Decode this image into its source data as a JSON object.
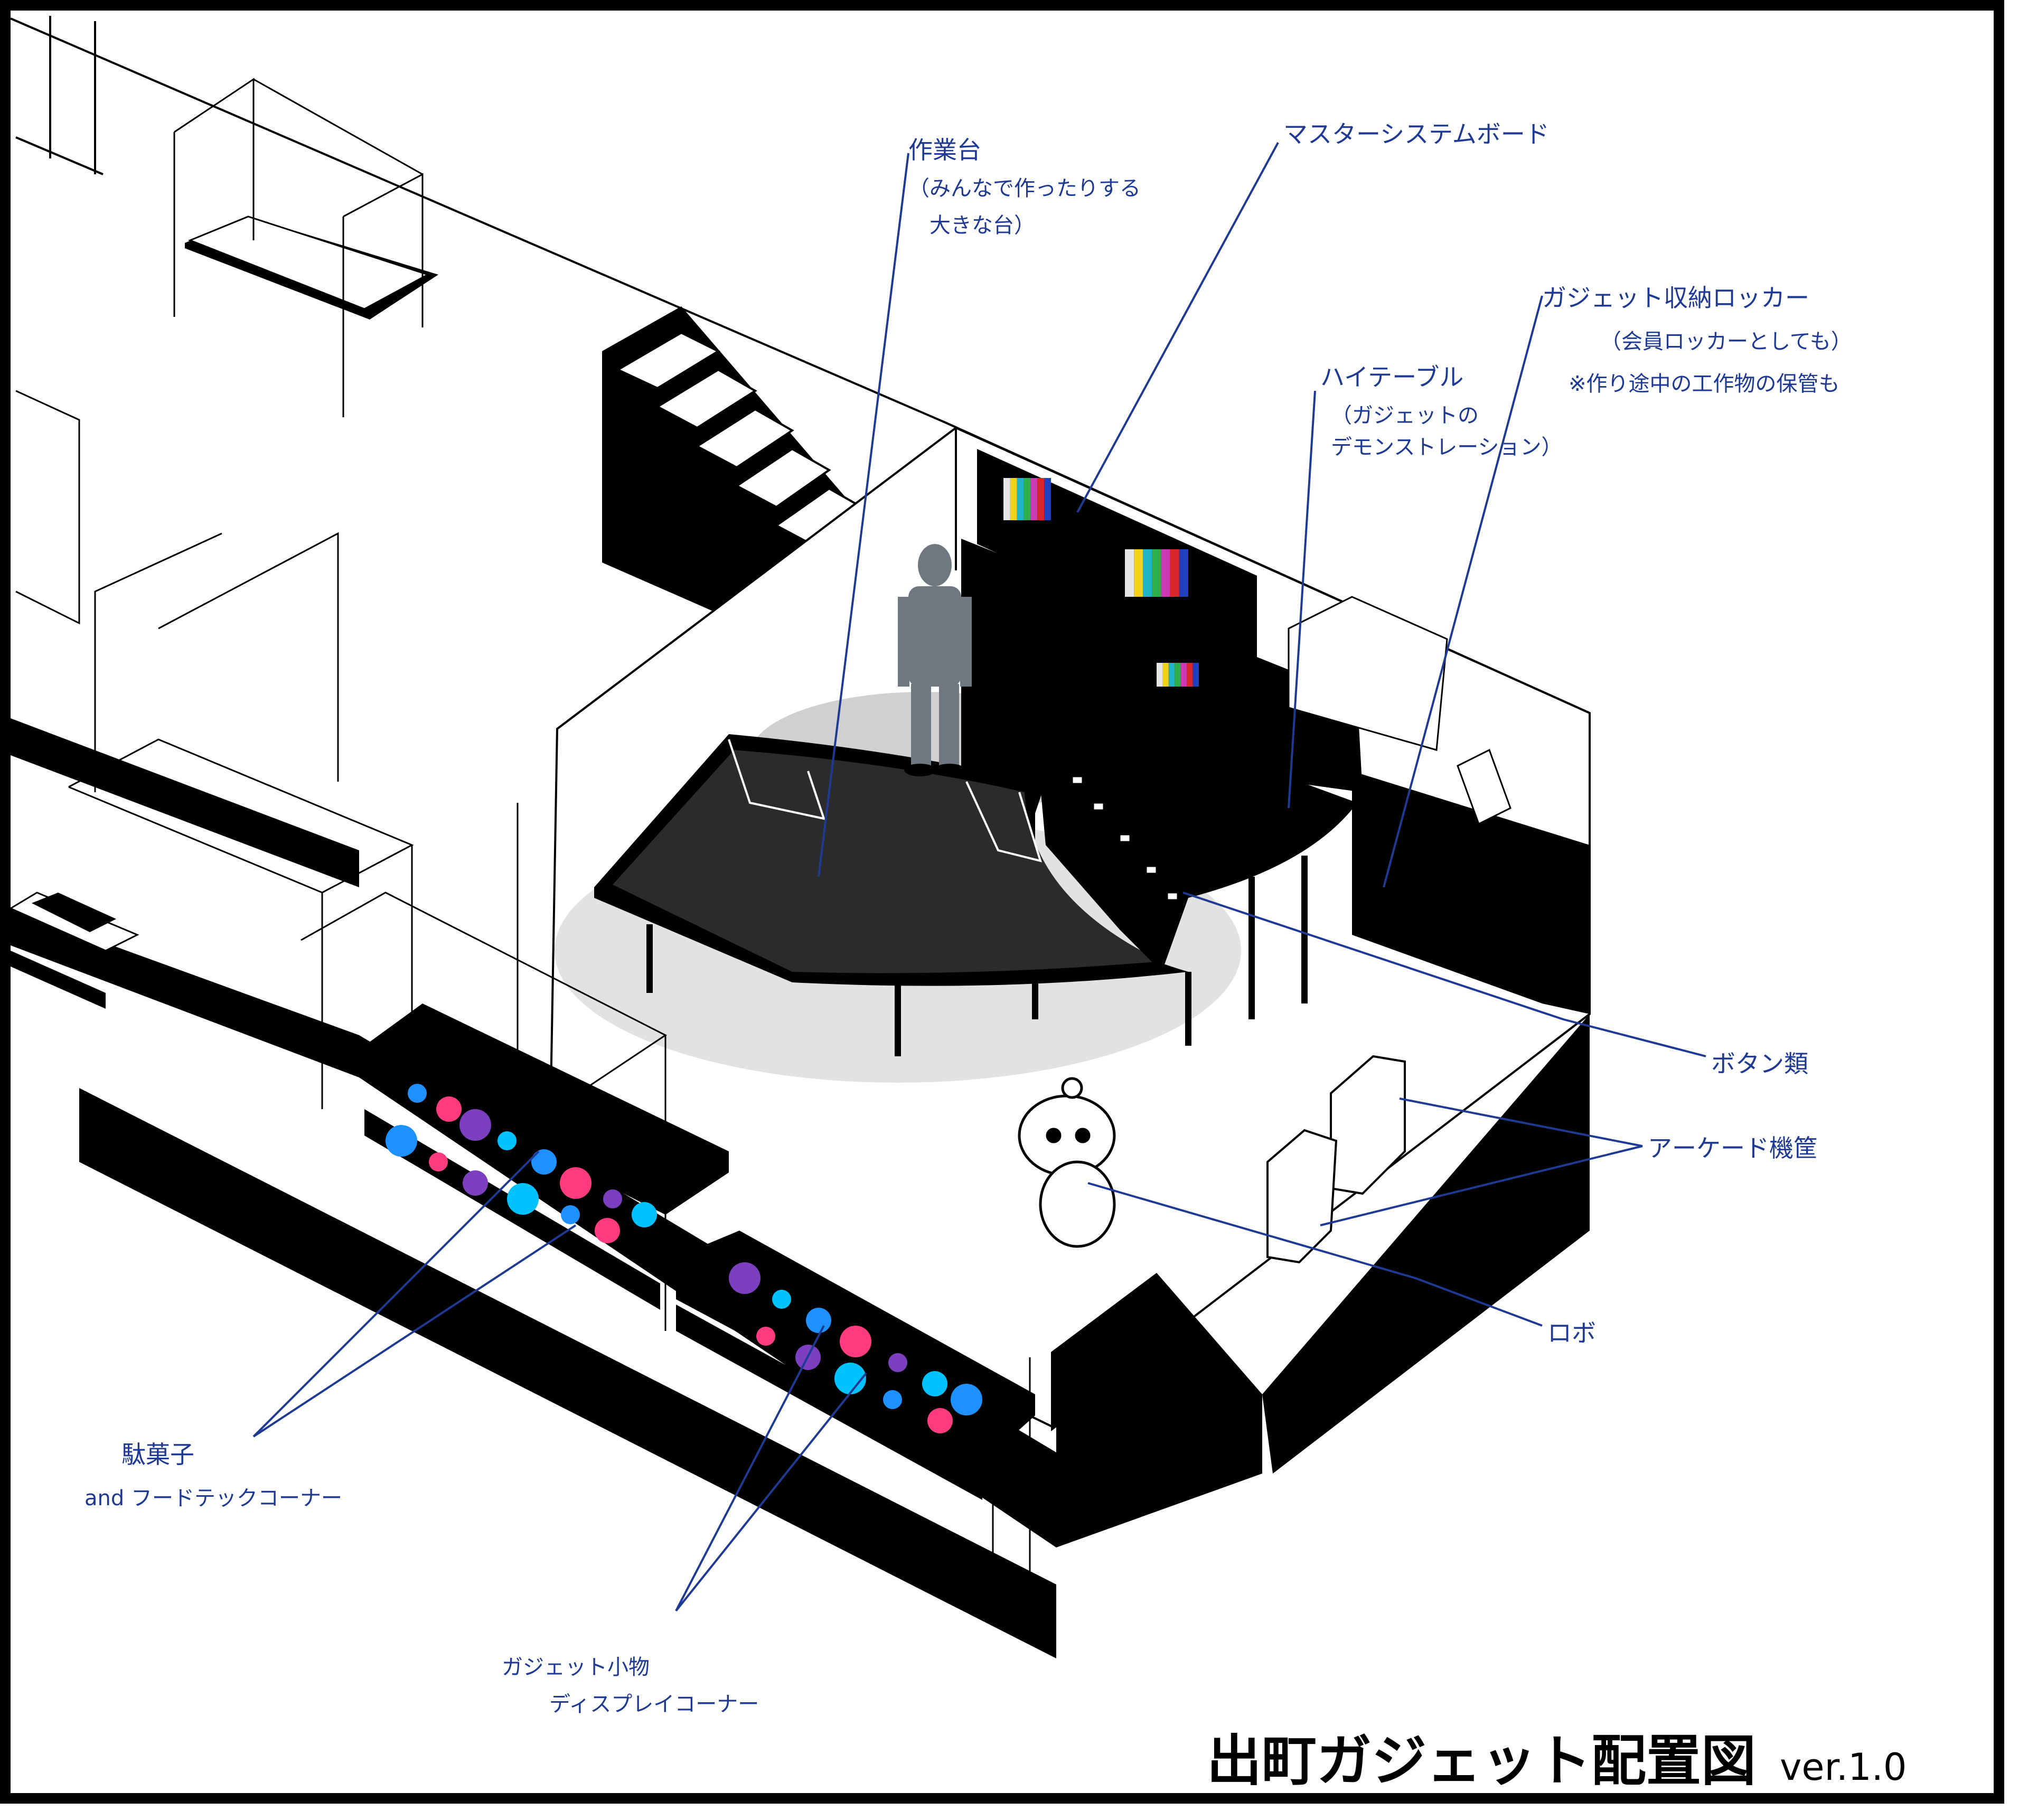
{
  "title": {
    "main": "出町ガジェット配置図",
    "version": "ver.1.0"
  },
  "annotations": {
    "workbench": {
      "line1": "作業台",
      "line2": "（みんなで作ったりする",
      "line3": "大きな台）"
    },
    "master_system_board": "マスターシステムボード",
    "gadget_locker": {
      "line1": "ガジェット収納ロッカー",
      "line2": "（会員ロッカーとしても）",
      "line3": "※作り途中の工作物の保管も"
    },
    "high_table": {
      "line1": "ハイテーブル",
      "line2": "（ガジェットの",
      "line3": "デモンストレーション）"
    },
    "buttons": "ボタン類",
    "arcade_machines": "アーケード機筐",
    "robot": "ロボ",
    "snack_corner": {
      "line1": "駄菓子",
      "line2": "and フードテックコーナー"
    },
    "gadget_display_corner": {
      "line1": "ガジェット小物",
      "line2": "ディスプレイコーナー"
    }
  },
  "colors": {
    "annotation": "#1f3a93",
    "frame": "#000000",
    "person": "#6f7780",
    "monitor_bars": [
      "#e6e6e6",
      "#f0d21a",
      "#1fb5c9",
      "#2fae4a",
      "#c93ab4",
      "#d9262b",
      "#1f3fbf"
    ],
    "candy": [
      "#1e90ff",
      "#ff3b7f",
      "#7b3fbf",
      "#00c2ff"
    ]
  }
}
